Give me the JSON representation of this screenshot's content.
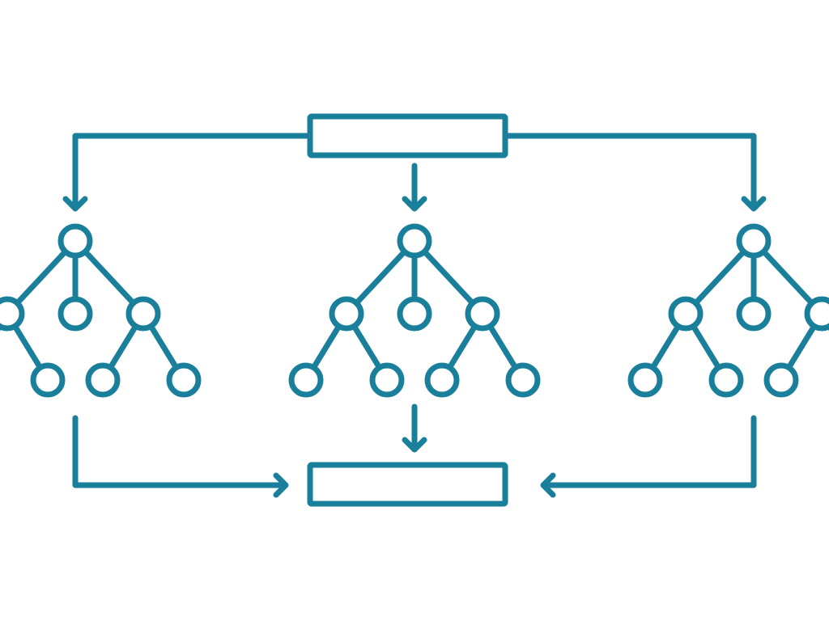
{
  "diagram": {
    "stroke_color": "#1a7f9a",
    "background_color": "#ffffff",
    "icon": "random-forest-ensemble-icon",
    "input_box": {
      "icon": "input-data-box"
    },
    "output_box": {
      "icon": "aggregated-output-box"
    },
    "trees": [
      {
        "icon": "decision-tree-icon",
        "position": "left"
      },
      {
        "icon": "decision-tree-icon",
        "position": "center"
      },
      {
        "icon": "decision-tree-icon",
        "position": "right"
      }
    ]
  }
}
